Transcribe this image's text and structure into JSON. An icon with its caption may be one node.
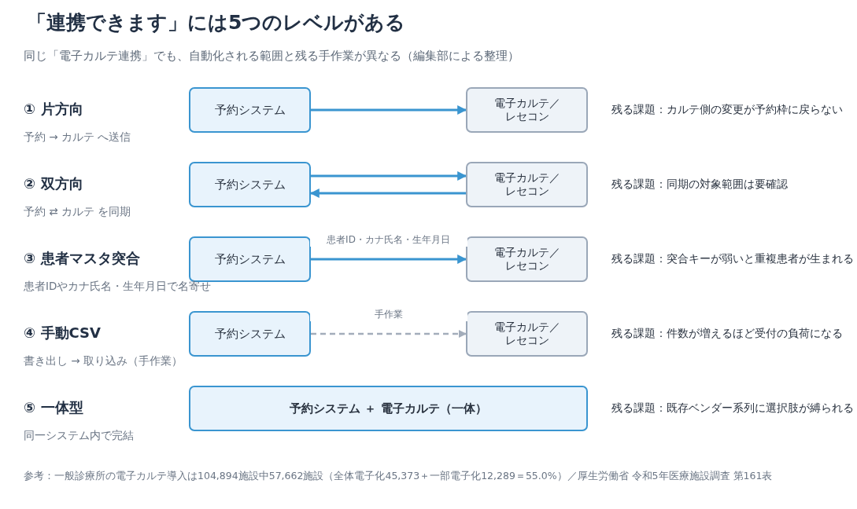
{
  "diagram": {
    "title": "「連携できます」には5つのレベルがある",
    "nodes": [
      {
        "text": [
          "予約システム"
        ]
      },
      {
        "text": [
          "電子カルテ／レセコン"
        ]
      },
      {
        "text": [
          "予約システム"
        ]
      },
      {
        "text": [
          "電子カルテ／レセコン"
        ]
      },
      {
        "text": [
          "予約システム"
        ]
      },
      {
        "text": [
          "電子カルテ／レセコン"
        ]
      },
      {
        "text": [
          "予約システム"
        ]
      },
      {
        "text": [
          "電子カルテ／レセコン"
        ]
      },
      {
        "text": [
          "予約システム ＋ 電子カルテ（一体）"
        ]
      }
    ],
    "edges": [
      {
        "from": 0,
        "to": 1,
        "arrow": "to"
      },
      {
        "from": 2,
        "to": 3,
        "arrow": "to"
      },
      {
        "from": 3,
        "to": 2,
        "arrow": "to"
      },
      {
        "from": 4,
        "to": 5,
        "arrow": "to",
        "label": "患者ID・カナ氏名・生年月日"
      },
      {
        "from": 6,
        "to": 7,
        "arrow": "to",
        "label": "手作業",
        "style": "dashed",
        "color": "#a3adbb"
      }
    ],
    "labels": [
      "同じ「電子カルテ連携」でも、自動化される範囲と残る手作業が異なる（編集部による整理）",
      "① 片方向",
      "残る課題：カルテ側の変更が予約枠に戻らない",
      "予約 → カルテ へ送信",
      "② 双方向",
      "残る課題：同期の対象範囲は要確認",
      "予約 ⇄ カルテ を同期",
      "③ 患者マスタ突合",
      "残る課題：突合キーが弱いと重複患者が生まれる",
      "患者IDやカナ氏名・生年月日で名寄せ",
      "④ 手動CSV",
      "残る課題：件数が増えるほど受付の負荷になる",
      "書き出し → 取り込み（手作業）",
      "⑤ 一体型",
      "残る課題：既存ベンダー系列に選択肢が縛られる",
      "同一システム内で完結",
      "参考：一般診療所の電子カルテ導入は104,894施設中57,662施設（全体電子化45,373＋一部電子化12,289＝55.0%）／厚生労働省 令和5年医療施設調査 第161表"
    ]
  }
}
